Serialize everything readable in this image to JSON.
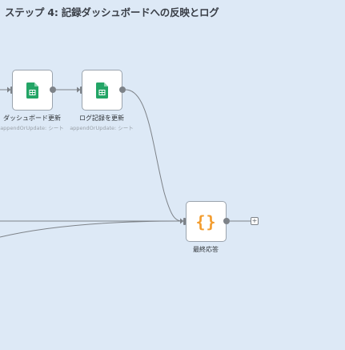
{
  "sticky_note": {
    "title": "ステップ 4: 記録ダッシュボードへの反映とログ"
  },
  "nodes": [
    {
      "id": "dashboard_update",
      "label": "ダッシュボード更新",
      "subtitle": "appendOrUpdate: シート",
      "icon": "google-sheets-icon",
      "icon_color": "#23a566"
    },
    {
      "id": "log_update",
      "label": "ログ記録を更新",
      "subtitle": "appendOrUpdate: シート",
      "icon": "google-sheets-icon",
      "icon_color": "#23a566"
    },
    {
      "id": "final_response",
      "label": "最終応答",
      "subtitle": "",
      "icon": "code-braces-icon",
      "icon_glyph": "{}",
      "icon_color": "#f39c2d"
    }
  ],
  "add_button": {
    "label": "+"
  },
  "colors": {
    "canvas_background": "#dde9f6",
    "connection": "#7d8288",
    "node_border": "#9aa3ad"
  }
}
